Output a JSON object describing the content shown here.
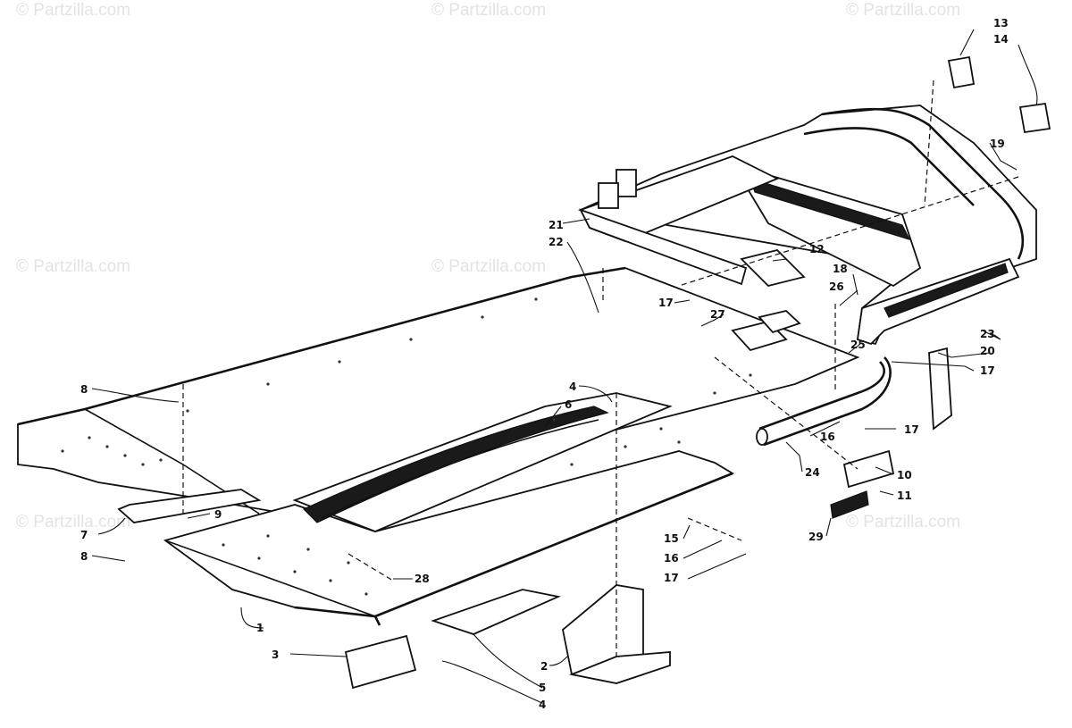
{
  "watermark": "© Partzilla.com",
  "callouts": {
    "c1": "1",
    "c2": "2",
    "c3": "3",
    "c4a": "4",
    "c4b": "4",
    "c5": "5",
    "c6": "6",
    "c7": "7",
    "c8a": "8",
    "c8b": "8",
    "c9": "9",
    "c10": "10",
    "c11": "11",
    "c12": "12",
    "c13": "13",
    "c14": "14",
    "c15": "15",
    "c16a": "16",
    "c16b": "16",
    "c17a": "17",
    "c17b": "17",
    "c17c": "17",
    "c17d": "17",
    "c18": "18",
    "c19": "19",
    "c20": "20",
    "c21": "21",
    "c22": "22",
    "c23": "23",
    "c24": "24",
    "c25": "25",
    "c26": "26",
    "c27": "27",
    "c28": "28",
    "c29": "29"
  }
}
